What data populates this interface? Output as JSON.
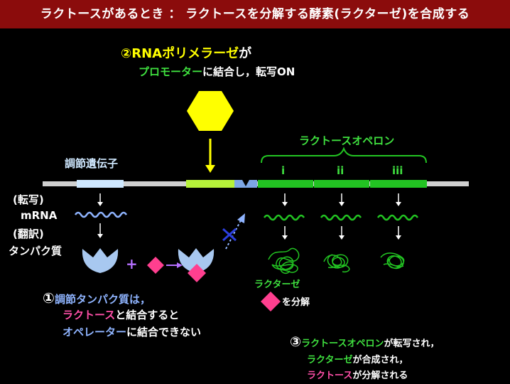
{
  "title": "ラクトースがあるとき ： ラクトースを分解する酵素(ラクターゼ)を合成する",
  "step2": {
    "num": "②",
    "line1_a": "RNAポリメラーゼ",
    "line1_b": "が",
    "line2_a": "プロモーター",
    "line2_b": "に結合し，転写ON"
  },
  "operon_label": "ラクトースオペロン",
  "gene_labels": [
    "i",
    "ii",
    "iii"
  ],
  "regulator_label": "調節遺伝子",
  "left_labels": {
    "transcription": "(転写)",
    "mrna": "mRNA",
    "translation": "(翻訳)",
    "protein": "タンパク質"
  },
  "plus": "+",
  "lactase_label": "ラクターゼ",
  "degrade_label": "を分解",
  "step1": {
    "num": "①",
    "line1": "調節タンパク質は，",
    "line2_a": "ラクトース",
    "line2_b": "と結合すると",
    "line3_a": "オペレーター",
    "line3_b": "に結合できない"
  },
  "step3": {
    "num": "③",
    "line1_a": "ラクトースオペロン",
    "line1_b": "が転写され，",
    "line2_a": "ラクターゼ",
    "line2_b": "が合成され，",
    "line3_a": "ラクトース",
    "line3_b": "が分解される"
  },
  "colors": {
    "title_bg": "#8b0c0c",
    "dna": "#d0d0d0",
    "regulator_gene": "#cfe8ff",
    "promoter": "#b6f23a",
    "operator": "#7da7e6",
    "operon": "#22c322",
    "rna_polymerase": "#ffff00",
    "lactose": "#ff3f8f",
    "repressor": "#a8c8f0"
  }
}
